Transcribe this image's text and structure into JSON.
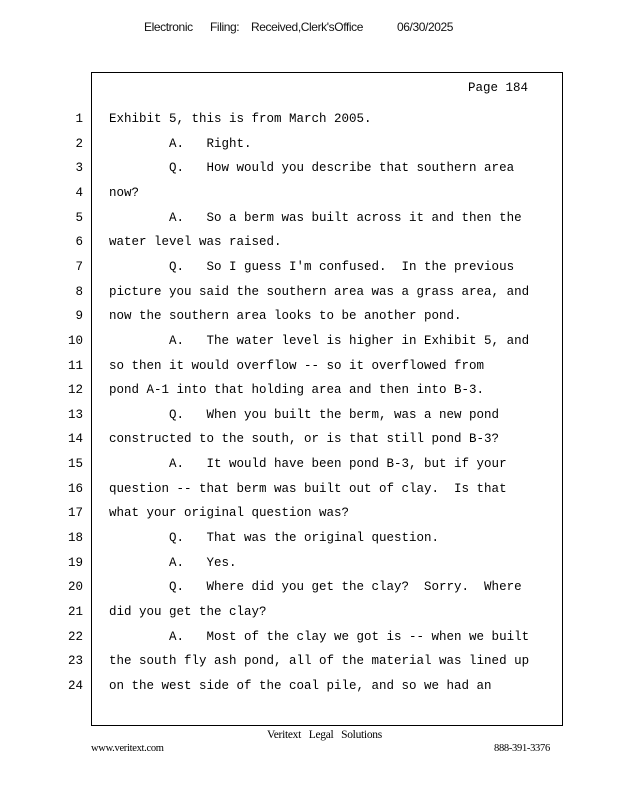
{
  "header": {
    "part1": "Electronic",
    "part2": "Filing:",
    "part3": "Received,Clerk'sOffice",
    "date": "06/30/2025"
  },
  "page_label": "Page 184",
  "lines": [
    "Exhibit 5, this is from March 2005.",
    "        A.   Right.",
    "        Q.   How would you describe that southern area",
    "now?",
    "        A.   So a berm was built across it and then the",
    "water level was raised.",
    "        Q.   So I guess I'm confused.  In the previous",
    "picture you said the southern area was a grass area, and",
    "now the southern area looks to be another pond.",
    "        A.   The water level is higher in Exhibit 5, and",
    "so then it would overflow -- so it overflowed from",
    "pond A-1 into that holding area and then into B-3.",
    "        Q.   When you built the berm, was a new pond",
    "constructed to the south, or is that still pond B-3?",
    "        A.   It would have been pond B-3, but if your",
    "question -- that berm was built out of clay.  Is that",
    "what your original question was?",
    "        Q.   That was the original question.",
    "        A.   Yes.",
    "        Q.   Where did you get the clay?  Sorry.  Where",
    "did you get the clay?",
    "        A.   Most of the clay we got is -- when we built",
    "the south fly ash pond, all of the material was lined up",
    "on the west side of the coal pile, and so we had an"
  ],
  "footer": {
    "company": "Veritext   Legal   Solutions",
    "website": "www.veritext.com",
    "phone": "888-391-3376"
  }
}
